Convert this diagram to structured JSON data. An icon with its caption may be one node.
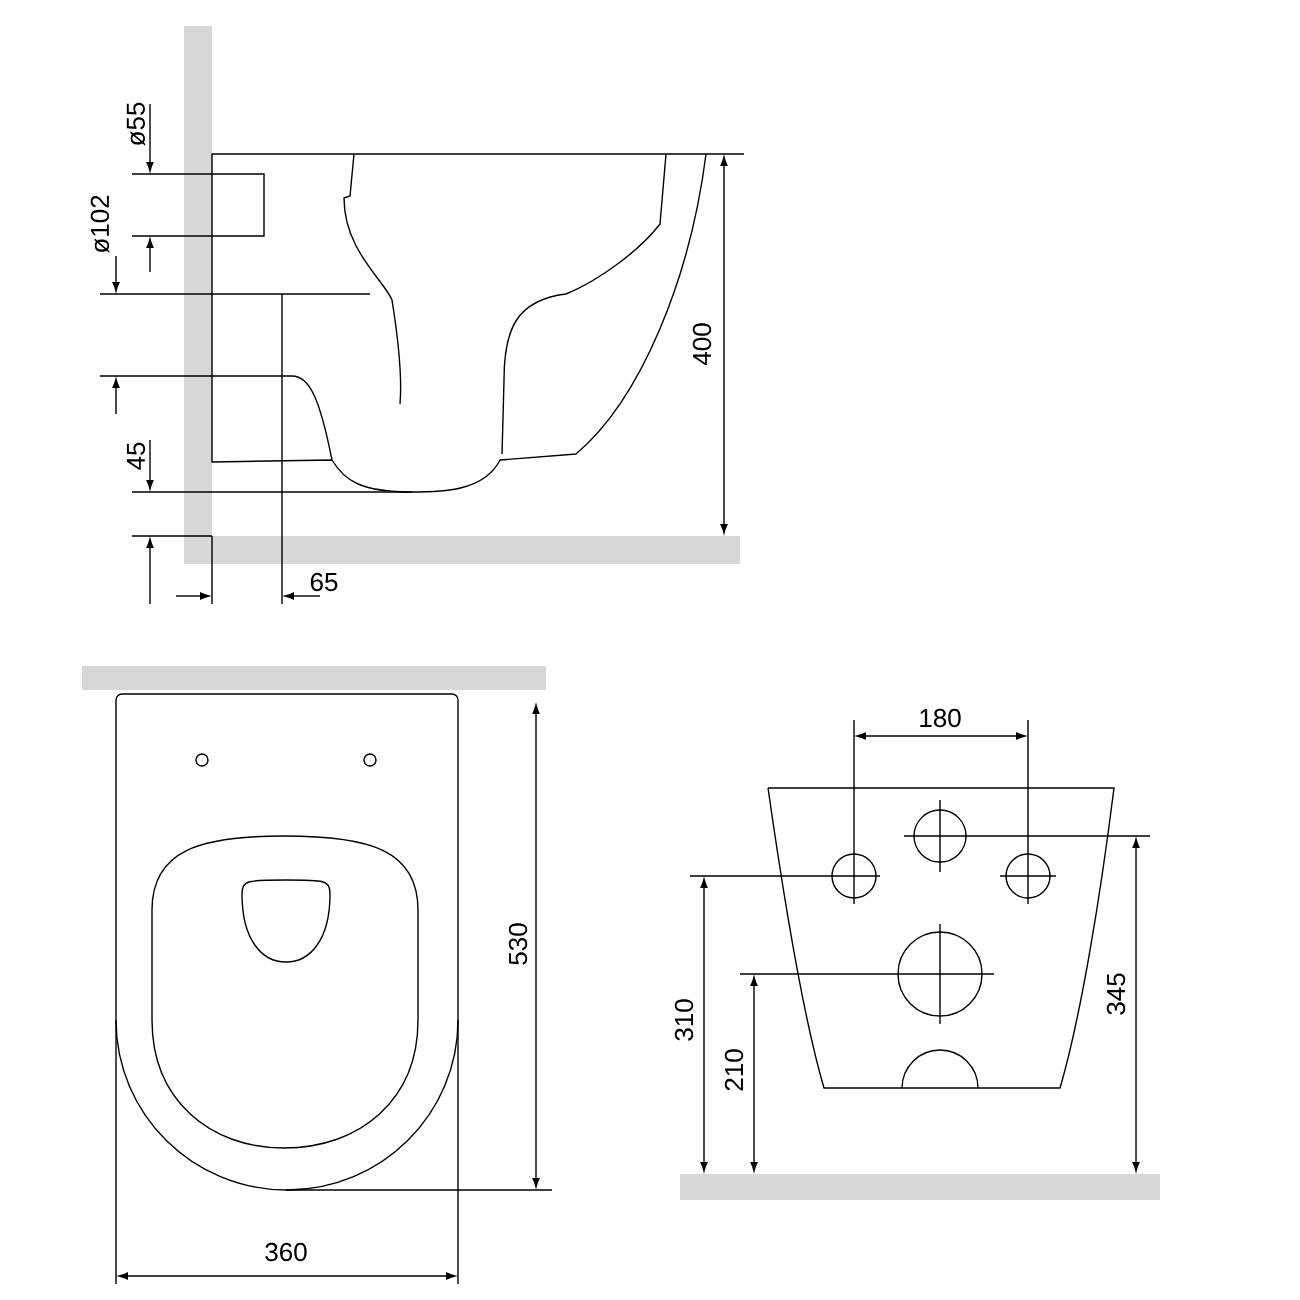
{
  "diagram": {
    "labels": [
      "ø55",
      "ø102",
      "45",
      "65",
      "400",
      "530",
      "360",
      "180",
      "310",
      "210",
      "345"
    ]
  }
}
